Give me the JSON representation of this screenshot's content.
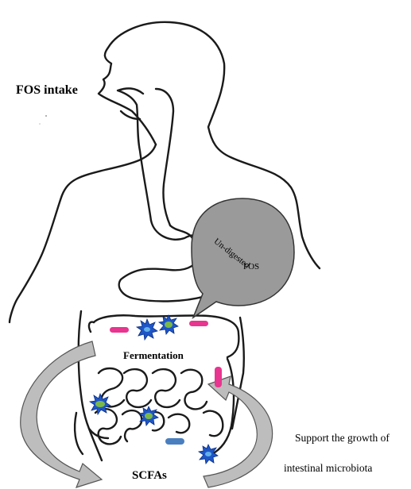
{
  "labels": {
    "fos_intake": "FOS intake",
    "undigested_line1": "Un-digested",
    "undigested_line2": "FOS",
    "fermentation": "Fermentation",
    "scfas": "SCFAs",
    "support_line1": "Support the growth of",
    "support_line2": "intestinal microbiota"
  },
  "colors": {
    "outline": "#1a1a1a",
    "bubble_fill": "#9a9a9a",
    "arrow_fill": "#bdbdbd",
    "bacteria_magenta": "#e8358f",
    "bacteria_blue": "#1e56c8",
    "bacteria_green": "#7ab84a",
    "bacteria_steel": "#4a7fbf"
  },
  "icons": [
    "human-body-outline",
    "stomach-outline",
    "intestine-outline",
    "speech-bubble",
    "bacteria-spiky",
    "bacteria-rod",
    "curved-arrow"
  ]
}
